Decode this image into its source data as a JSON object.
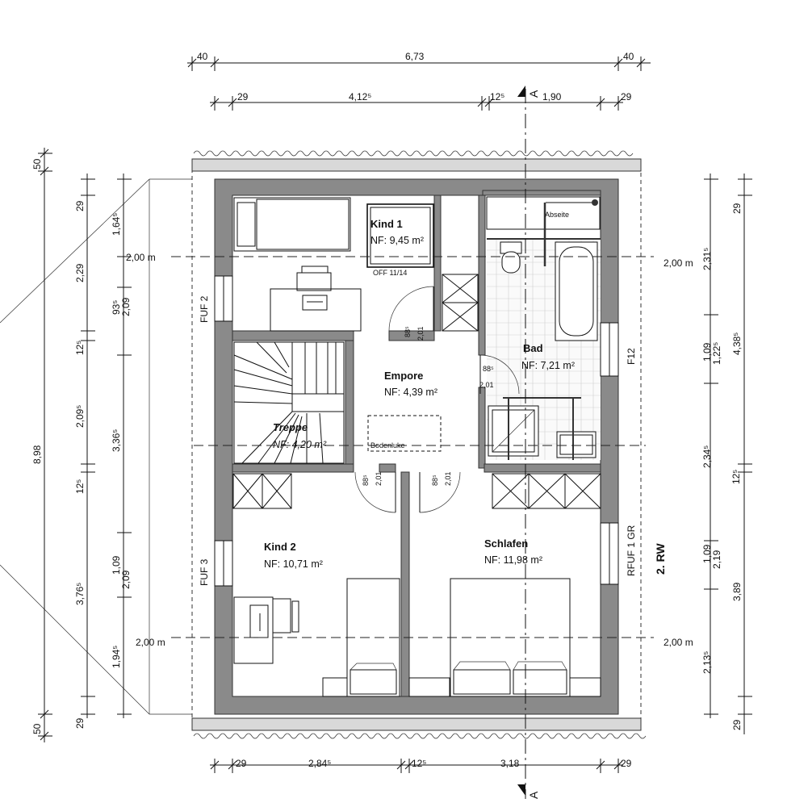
{
  "dimensions": {
    "top_row1": [
      "40",
      "6,73",
      "40"
    ],
    "top_row2": [
      "29",
      "4,12⁵",
      "12⁵",
      "1,90",
      "29"
    ],
    "bottom_row": [
      "29",
      "2,84⁵",
      "12⁵",
      "3,18",
      "29"
    ],
    "left_outer": [
      "50",
      "8,98",
      "50"
    ],
    "left_mid": [
      "29",
      "2,29",
      "12⁵",
      "2,09⁵",
      "12⁵",
      "3,76⁵",
      "29"
    ],
    "left_inner": [
      "1,64⁵",
      "93⁵",
      "2,09",
      "3,36⁵",
      "1,09",
      "2,09",
      "1,94⁵"
    ],
    "right_inner": [
      "2,31⁵",
      "1,09",
      "1,22⁵",
      "2,34⁵",
      "12⁵",
      "1,09",
      "2,19",
      "2,13⁵"
    ],
    "right_outer": [
      "29",
      "4,38⁵",
      "3,89",
      "29"
    ]
  },
  "heights": [
    "2,00 m",
    "2,00 m",
    "2,00 m",
    "2,00 m"
  ],
  "section": "A",
  "rooms": [
    {
      "name": "Kind 1",
      "area": "NF: 9,45 m²"
    },
    {
      "name": "Bad",
      "area": "NF: 7,21 m²"
    },
    {
      "name": "Empore",
      "area": "NF: 4,39 m²"
    },
    {
      "name": "Treppe",
      "area": "NF: 4,20 m²"
    },
    {
      "name": "Kind 2",
      "area": "NF: 10,71 m²"
    },
    {
      "name": "Schlafen",
      "area": "NF: 11,98 m²"
    }
  ],
  "windows": [
    "FUF 2",
    "FUF 3",
    "F12",
    "RFUF 1 GR"
  ],
  "labels": {
    "off": "OFF 11/14",
    "abseite": "Abseite",
    "bodenluke": "Bodenluke",
    "storey": "2. RW"
  },
  "doors": {
    "kind1": [
      "88⁵",
      "2,01"
    ],
    "bad": [
      "88⁵",
      "2,01"
    ],
    "kind2": [
      "88⁵",
      "2,01"
    ],
    "schlafen": [
      "88⁵",
      "2,01"
    ]
  }
}
